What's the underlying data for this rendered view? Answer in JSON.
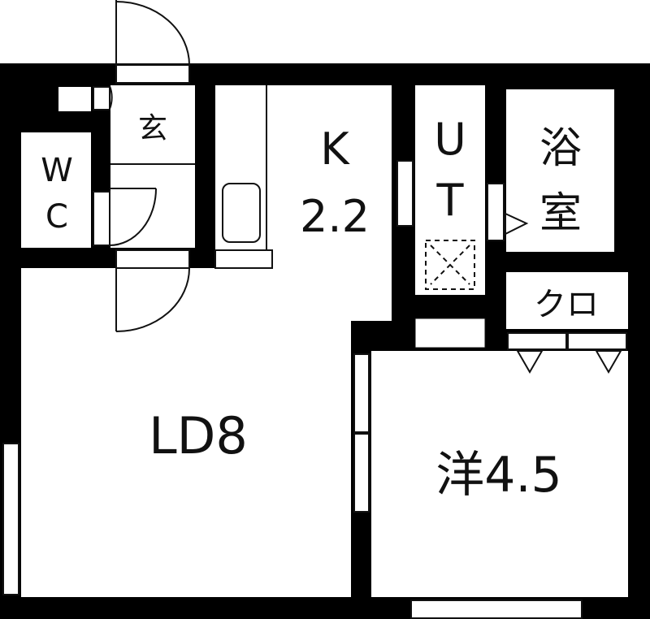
{
  "floor_plan": {
    "colors": {
      "wall": "#000000",
      "floor": "#ffffff",
      "line": "#111111"
    },
    "rooms": [
      {
        "id": "genkan",
        "label": "玄"
      },
      {
        "id": "wc",
        "label_line1": "W",
        "label_line2": "C"
      },
      {
        "id": "kitchen",
        "label_line1": "K",
        "label_line2": "2.2"
      },
      {
        "id": "utility",
        "label_line1": "U",
        "label_line2": "T"
      },
      {
        "id": "bath",
        "label_line1": "浴",
        "label_line2": "室"
      },
      {
        "id": "closet",
        "label": "クロ"
      },
      {
        "id": "living-dining",
        "label": "LD8"
      },
      {
        "id": "western-room",
        "label": "洋4.5"
      }
    ]
  }
}
